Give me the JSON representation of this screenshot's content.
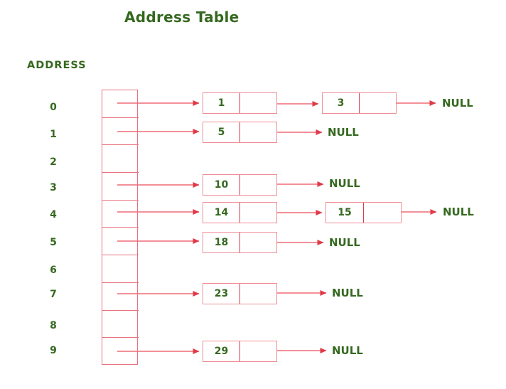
{
  "title": "Address Table",
  "column_header": "ADDRESS",
  "colors": {
    "text_green": "#35691f",
    "box_border": "#ef8d95",
    "table_border": "#e8727e",
    "divider": "#d93b4a",
    "arrow": "#e03a48",
    "link_line": "#ef6b77",
    "background": "#ffffff"
  },
  "null_label": "NULL",
  "table": {
    "indices": [
      "0",
      "1",
      "2",
      "3",
      "4",
      "5",
      "6",
      "7",
      "8",
      "9"
    ],
    "cell_count": 10
  },
  "chains": [
    {
      "index": "0",
      "nodes": [
        "1",
        "3"
      ],
      "terminator": "NULL"
    },
    {
      "index": "1",
      "nodes": [
        "5"
      ],
      "terminator": "NULL"
    },
    {
      "index": "2",
      "nodes": [],
      "terminator": null
    },
    {
      "index": "3",
      "nodes": [
        "10"
      ],
      "terminator": "NULL"
    },
    {
      "index": "4",
      "nodes": [
        "14",
        "15"
      ],
      "terminator": "NULL"
    },
    {
      "index": "5",
      "nodes": [
        "18"
      ],
      "terminator": "NULL"
    },
    {
      "index": "6",
      "nodes": [],
      "terminator": null
    },
    {
      "index": "7",
      "nodes": [
        "23"
      ],
      "terminator": "NULL"
    },
    {
      "index": "8",
      "nodes": [],
      "terminator": null
    },
    {
      "index": "9",
      "nodes": [
        "29"
      ],
      "terminator": "NULL"
    }
  ],
  "nodes": {
    "n1": "1",
    "n3": "3",
    "n5": "5",
    "n10": "10",
    "n14": "14",
    "n15": "15",
    "n18": "18",
    "n23": "23",
    "n29": "29"
  },
  "null_labels": {
    "row0": "NULL",
    "row1": "NULL",
    "row3": "NULL",
    "row4": "NULL",
    "row5": "NULL",
    "row7": "NULL",
    "row9": "NULL"
  }
}
